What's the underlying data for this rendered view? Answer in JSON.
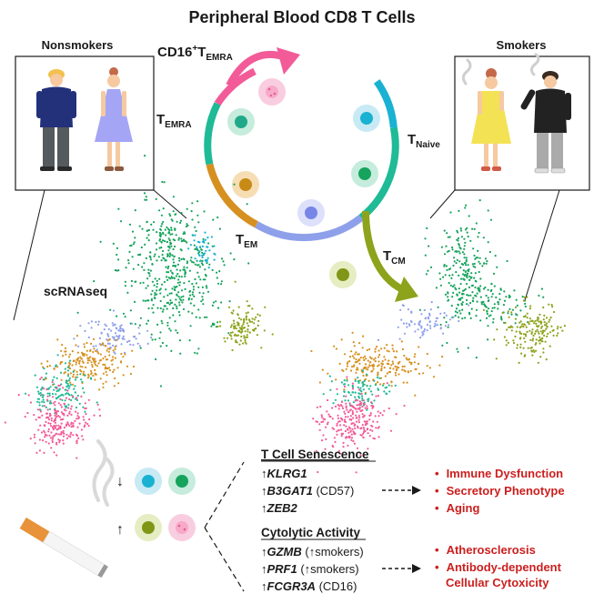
{
  "title": "Peripheral Blood CD8 T Cells",
  "panels": {
    "left": "Nonsmokers",
    "right": "Smokers",
    "method": "scRNAseq"
  },
  "cycle": {
    "cd16": {
      "prefix": "CD16",
      "sup": "+",
      "main": "T",
      "sub": "EMRA"
    },
    "temra": {
      "main": "T",
      "sub": "EMRA"
    },
    "tnaive": {
      "main": "T",
      "sub": "Naive"
    },
    "tem": {
      "main": "T",
      "sub": "EM"
    },
    "tcm": {
      "main": "T",
      "sub": "CM"
    }
  },
  "arrows": {
    "down": "↓",
    "up": "↑"
  },
  "senescence": {
    "heading": "T Cell Senescence",
    "genes": [
      {
        "arrow": "↑",
        "gene": "KLRG1",
        "note": ""
      },
      {
        "arrow": "↑",
        "gene": "B3GAT1",
        "note": " (CD57)"
      },
      {
        "arrow": "↑",
        "gene": "ZEB2",
        "note": ""
      }
    ],
    "outcomes": [
      "Immune Dysfunction",
      "Secretory Phenotype",
      "Aging"
    ]
  },
  "cytolytic": {
    "heading": "Cytolytic Activity",
    "genes": [
      {
        "arrow": "↑",
        "gene": "GZMB",
        "note": " (↑smokers)"
      },
      {
        "arrow": "↑",
        "gene": "PRF1",
        "note": " (↑smokers)"
      },
      {
        "arrow": "↑",
        "gene": "FCGR3A",
        "note": " (CD16)"
      }
    ],
    "outcomes": [
      "Atherosclerosis",
      "Antibody-dependent",
      "Cellular Cytoxicity"
    ]
  },
  "bullet": "•",
  "colors": {
    "naive": "#1ab1d2",
    "tcm_cell": "#16a35c",
    "em": "#8ea0ea",
    "emra": "#d6901f",
    "teal": "#1fba96",
    "pink": "#f25b98",
    "olive": "#8da31b",
    "outcome_red": "#cc1e1e",
    "text": "#1a1a1a"
  }
}
